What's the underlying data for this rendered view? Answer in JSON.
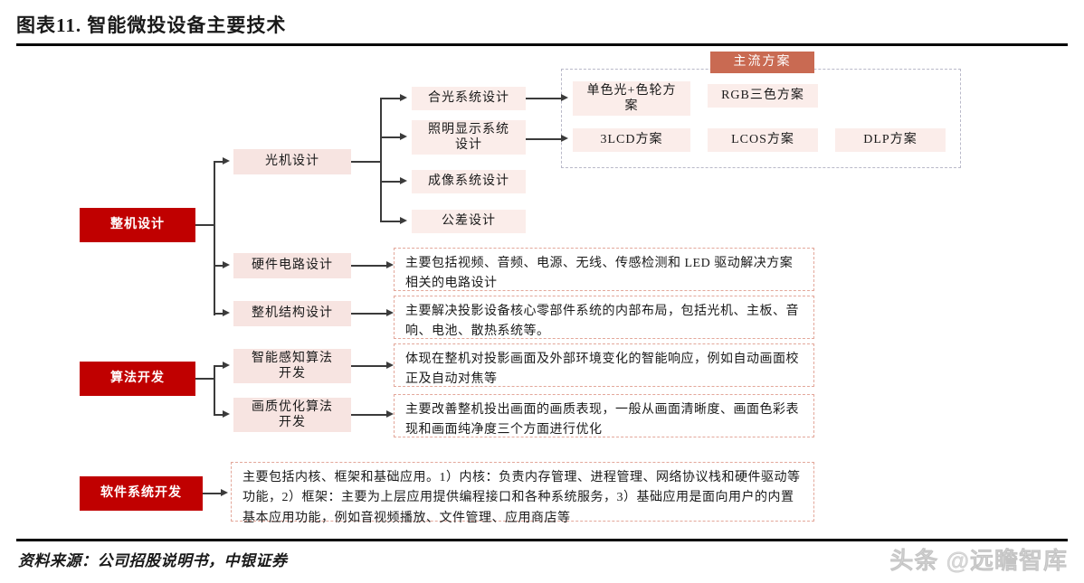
{
  "header": {
    "figure_title": "图表11. 智能微投设备主要技术"
  },
  "footer": {
    "source": "资料来源：公司招股说明书，中银证券",
    "watermark": "头条 @远瞻智库"
  },
  "colors": {
    "red": "#C00000",
    "pink": "#F7E4E1",
    "pink_light": "#FBEDEA",
    "orange": "#C96A52",
    "dashed_pink": "#E3A79A",
    "dashed_grey": "#B9B9C9",
    "line": "#3b3b3b"
  },
  "level1": [
    {
      "label": "整机设计"
    },
    {
      "label": "算法开发"
    },
    {
      "label": "软件系统开发"
    }
  ],
  "level2": {
    "whole_machine": [
      {
        "label": "光机设计"
      },
      {
        "label": "硬件电路设计"
      },
      {
        "label": "整机结构设计"
      }
    ],
    "algorithm": [
      {
        "label": "智能感知算法\n开发",
        "line1": "智能感知算法",
        "line2": "开发"
      },
      {
        "label": "画质优化算法\n开发",
        "line1": "画质优化算法",
        "line2": "开发"
      }
    ]
  },
  "level3_optical": [
    {
      "label": "合光系统设计",
      "line1": "合光系统设计",
      "line2": ""
    },
    {
      "label": "照明显示系统设计",
      "line1": "照明显示系统",
      "line2": "设计"
    },
    {
      "label": "成像系统设计",
      "line1": "成像系统设计",
      "line2": ""
    },
    {
      "label": "公差设计",
      "line1": "公差设计",
      "line2": ""
    }
  ],
  "mainstream_panel": {
    "header_label": "主流方案",
    "row1": [
      {
        "label": "单色光+色轮方案",
        "line1": "单色光+色轮方",
        "line2": "案"
      },
      {
        "label": "RGB三色方案",
        "line1": "RGB三色方案",
        "line2": ""
      }
    ],
    "row2": [
      {
        "label": "3LCD方案"
      },
      {
        "label": "LCOS方案"
      },
      {
        "label": "DLP方案"
      }
    ]
  },
  "descriptions": {
    "hardware_circuit": "主要包括视频、音频、电源、无线、传感检测和 LED 驱动解决方案相关的电路设计",
    "machine_structure": "主要解决投影设备核心零部件系统的内部布局，包括光机、主板、音响、电池、散热系统等。",
    "smart_perception": "体现在整机对投影画面及外部环境变化的智能响应，例如自动画面校正及自动对焦等",
    "image_quality": "主要改善整机投出画面的画质表现，一般从画面清晰度、画面色彩表现和画面纯净度三个方面进行优化",
    "software_system": "主要包括内核、框架和基础应用。1）内核：负责内存管理、进程管理、网络协议栈和硬件驱动等功能，2）框架：主要为上层应用提供编程接口和各种系统服务，3）基础应用是面向用户的内置基本应用功能，例如音视频播放、文件管理、应用商店等"
  }
}
